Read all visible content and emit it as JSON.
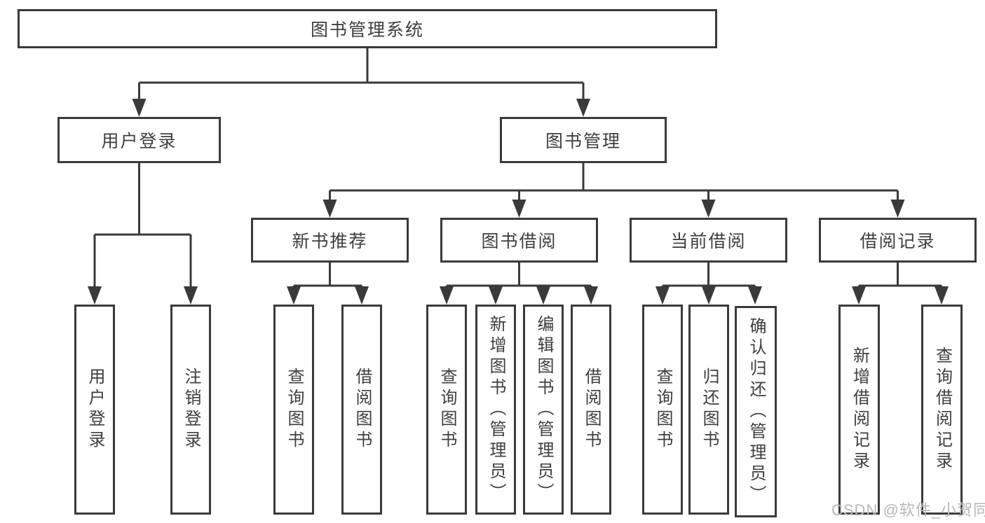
{
  "diagram": {
    "root": "图书管理系统",
    "user_login": {
      "label": "用户登录",
      "children": {
        "login": "用户登录",
        "logout": "注销登录"
      }
    },
    "book_management": {
      "label": "图书管理",
      "new_book_recommend": {
        "label": "新书推荐",
        "children": {
          "query_books": "查询图书",
          "borrow_books": "借阅图书"
        }
      },
      "book_borrow": {
        "label": "图书借阅",
        "children": {
          "query_books": "查询图书",
          "add_books": "新增图书（管理员）",
          "edit_books": "编辑图书（管理员）",
          "borrow_books": "借阅图书"
        }
      },
      "current_borrow": {
        "label": "当前借阅",
        "children": {
          "query_books": "查询图书",
          "return_books": "归还图书",
          "confirm_return": "确认归还（管理员）"
        }
      },
      "borrow_records": {
        "label": "借阅记录",
        "children": {
          "add_record": "新增借阅记录",
          "query_record": "查询借阅记录"
        }
      }
    }
  },
  "watermark": "CSDN @软件_小贺同学",
  "colors": {
    "line": "#3a3a3a",
    "border": "#3a3a3a",
    "text": "#3e3e3e",
    "watermark": "#b7b7b7",
    "background": "#ffffff"
  }
}
